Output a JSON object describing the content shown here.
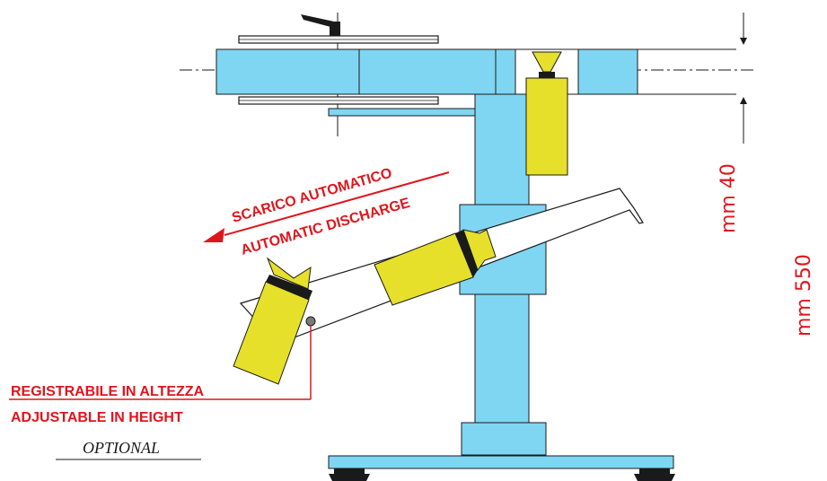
{
  "labels": {
    "discharge_it": "SCARICO AUTOMATICO",
    "discharge_en": "AUTOMATIC DISCHARGE",
    "height_it": "REGISTRABILE IN ALTEZZA",
    "height_en": "ADJUSTABLE IN HEIGHT",
    "optional": "OPTIONAL"
  },
  "dimensions": {
    "small": "mm 40",
    "large": "mm 550"
  },
  "colors": {
    "machine_blue": "#7fd6f2",
    "product_yellow": "#e6e02a",
    "label_red": "#e0151c",
    "line_black": "#1a1a1a"
  }
}
